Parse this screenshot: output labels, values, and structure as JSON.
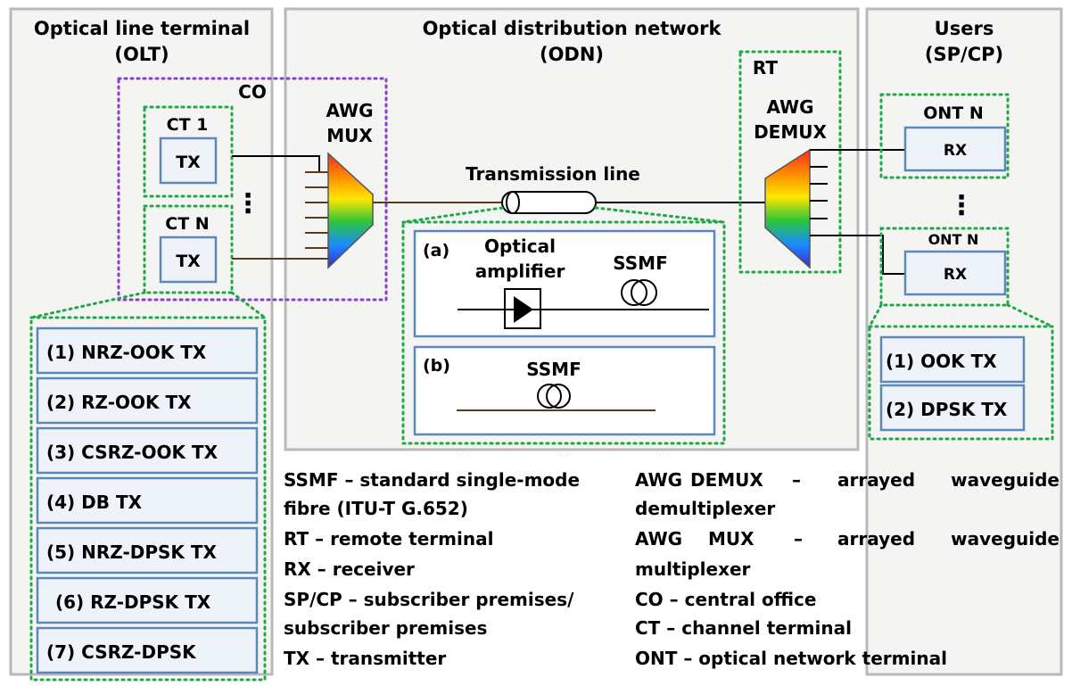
{
  "sections": {
    "olt": {
      "line1": "Optical line terminal",
      "line2": "(OLT)"
    },
    "odn": {
      "line1": "Optical distribution network",
      "line2": "(ODN)"
    },
    "users": {
      "line1": "Users",
      "line2": "(SP/CP)"
    }
  },
  "co_label": "CO",
  "ct1": {
    "label": "CT 1",
    "tx": "TX"
  },
  "ctn": {
    "label": "CT N",
    "tx": "TX"
  },
  "ellipsis": "⋮",
  "awg_mux": {
    "line1": "AWG",
    "line2": "MUX"
  },
  "rt": {
    "label": "RT",
    "line1": "AWG",
    "line2": "DEMUX"
  },
  "transmission_line": "Transmission line",
  "ont_top": {
    "label": "ONT N",
    "rx": "RX"
  },
  "ont_bottom": {
    "label": "ONT N",
    "rx": "RX"
  },
  "inset_a": {
    "tag": "(a)",
    "amp_line1": "Optical",
    "amp_line2": "amplifier",
    "fibre": "SSMF"
  },
  "inset_b": {
    "tag": "(b)",
    "fibre": "SSMF"
  },
  "tx_list": [
    "(1) NRZ-OOK TX",
    "(2) RZ-OOK TX",
    "(3) CSRZ-OOK TX",
    "(4) DB TX",
    "(5) NRZ-DPSK TX",
    "(6) RZ-DPSK TX",
    "(7) CSRZ-DPSK"
  ],
  "rx_list": [
    "(1) OOK TX",
    "(2) DPSK TX"
  ],
  "legend_left": [
    "SSMF – standard single-mode",
    "fibre (ITU-T G.652)",
    "RT – remote terminal",
    "RX – receiver",
    "SP/CP – subscriber premises/",
    "subscriber premises",
    "TX – transmitter"
  ],
  "legend_right": {
    "demux_a": "AWG",
    "demux_b": "DEMUX",
    "demux_c": "–",
    "demux_d": "arrayed",
    "demux_e": "waveguide",
    "demux_line2": "demultiplexer",
    "mux_a": "AWG",
    "mux_b": "MUX",
    "mux_c": "–",
    "mux_d": "arrayed",
    "mux_e": "waveguide",
    "mux_line2": "multiplexer",
    "co": "CO – central office",
    "ct": "CT – channel terminal",
    "ont": "ONT – optical network terminal"
  }
}
